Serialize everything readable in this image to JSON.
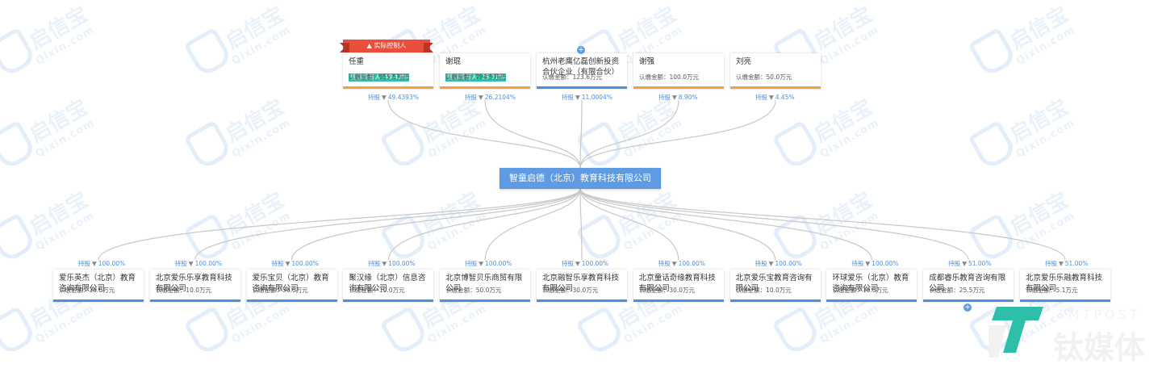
{
  "watermark": {
    "brand_cn": "启信宝",
    "brand_en": "Qixin.com"
  },
  "corner_logo": {
    "en": "TMTPOST",
    "cn": "钛媒体",
    "accent": "#2ebfab"
  },
  "colors": {
    "accent_blue": "#4b91e2",
    "orange": "#f0a33c",
    "teal": "#2ebfab",
    "red": "#e94f3b",
    "center_bg": "#5e9be3"
  },
  "ribbon_label": "实际控制人",
  "center": {
    "name": "智童启德（北京）教育科技有限公司"
  },
  "edge_prefix": "持股",
  "shareholders": [
    {
      "name": "任重",
      "beneficial": "受益所有人: 49.43%",
      "amount": "认缴金额：555.5万元",
      "pct": "49.4393%",
      "bar": "orange",
      "controller": true
    },
    {
      "name": "谢琨",
      "beneficial": "受益所有人: 26.21%",
      "amount": "认缴金额：294.5万元",
      "pct": "26.2104%",
      "bar": "orange"
    },
    {
      "name": "杭州老鹰亿磊创新投资合伙企业（有限合伙）",
      "amount": "认缴金额：123.6万元",
      "pct": "11.0004%",
      "bar": "blue",
      "expandable": true
    },
    {
      "name": "谢强",
      "amount": "认缴金额：100.0万元",
      "pct": "8.90%",
      "bar": "orange"
    },
    {
      "name": "刘亮",
      "amount": "认缴金额：50.0万元",
      "pct": "4.45%",
      "bar": "orange"
    }
  ],
  "subsidiaries": [
    {
      "name": "爱乐英杰（北京）教育咨询有限公司",
      "amount": "认缴金额：10.0万元",
      "pct": "100.00%"
    },
    {
      "name": "北京爱乐乐享教育科技有限公司",
      "amount": "认缴金额：10.0万元",
      "pct": "100.00%"
    },
    {
      "name": "爱乐宝贝（北京）教育咨询有限公司",
      "amount": "认缴金额：50.0万元",
      "pct": "100.00%"
    },
    {
      "name": "聚汉缘（北京）信息咨询有限公司",
      "amount": "认缴金额：10.0万元",
      "pct": "100.00%"
    },
    {
      "name": "北京博智贝乐商贸有限公司",
      "amount": "认缴金额：50.0万元",
      "pct": "100.00%"
    },
    {
      "name": "北京融智乐享教育科技有限公司",
      "amount": "认缴金额：30.0万元",
      "pct": "100.00%"
    },
    {
      "name": "北京童话奇缘教育科技有限公司",
      "amount": "认缴金额：30.0万元",
      "pct": "100.00%"
    },
    {
      "name": "北京爱乐宝教育咨询有限公司",
      "amount": "认缴金额：10.0万元",
      "pct": "100.00%"
    },
    {
      "name": "环球爱乐（北京）教育咨询有限公司",
      "amount": "认缴金额：10.0万元",
      "pct": "100.00%"
    },
    {
      "name": "成都睿乐教育咨询有限公司",
      "amount": "认缴金额：25.5万元",
      "pct": "51.00%",
      "expandable": true
    },
    {
      "name": "北京爱乐乐融教育科技有限公司",
      "amount": "认缴金额：5.1万元",
      "pct": "51.00%"
    }
  ]
}
